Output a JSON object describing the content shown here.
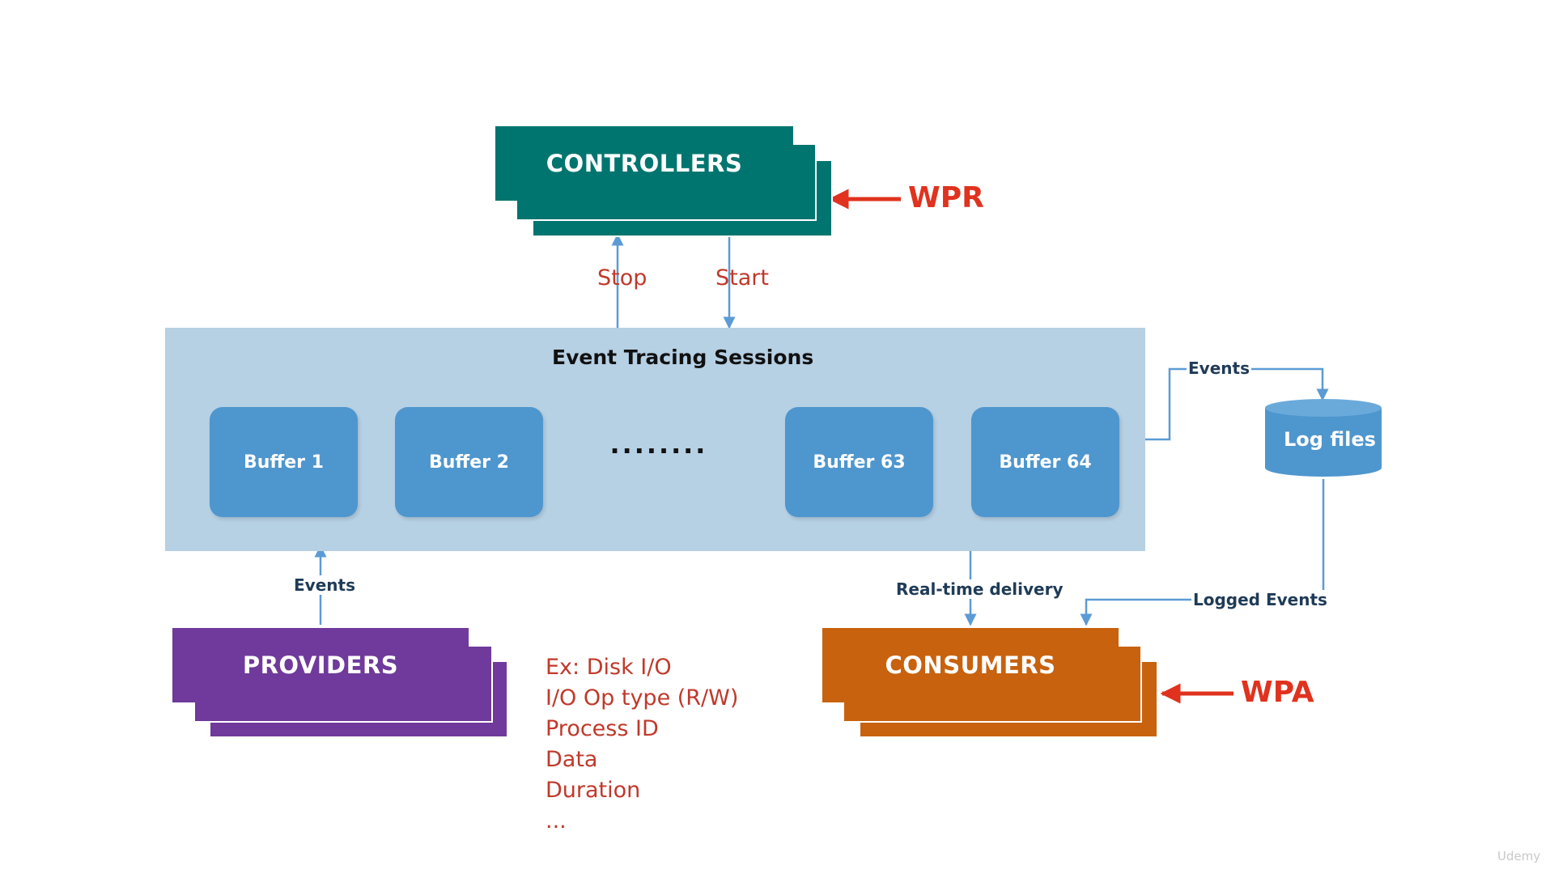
{
  "controllers": {
    "label": "CONTROLLERS",
    "color": "#00756f"
  },
  "providers": {
    "label": "PROVIDERS",
    "color": "#6f3a9b"
  },
  "consumers": {
    "label": "CONSUMERS",
    "color": "#c8620e"
  },
  "session": {
    "title": "Event Tracing Sessions",
    "buffers": [
      "Buffer 1",
      "Buffer 2",
      "Buffer 63",
      "Buffer 64"
    ],
    "ellipsis": "........",
    "panel_color": "#b6d0e4",
    "buffer_color": "#4e96ce"
  },
  "log_files": {
    "label": "Log files"
  },
  "arrows": {
    "stop": "Stop",
    "start": "Start",
    "events_to_log": "Events",
    "events_from_providers": "Events",
    "realtime": "Real-time delivery",
    "logged_events": "Logged Events"
  },
  "tools": {
    "controller_tool": "WPR",
    "consumer_tool": "WPA",
    "highlight_color": "#e0321e"
  },
  "example": {
    "items": [
      "Ex: Disk I/O",
      "I/O Op type (R/W)",
      "Process ID",
      "Data",
      "Duration",
      "..."
    ]
  },
  "watermark": "Udemy"
}
